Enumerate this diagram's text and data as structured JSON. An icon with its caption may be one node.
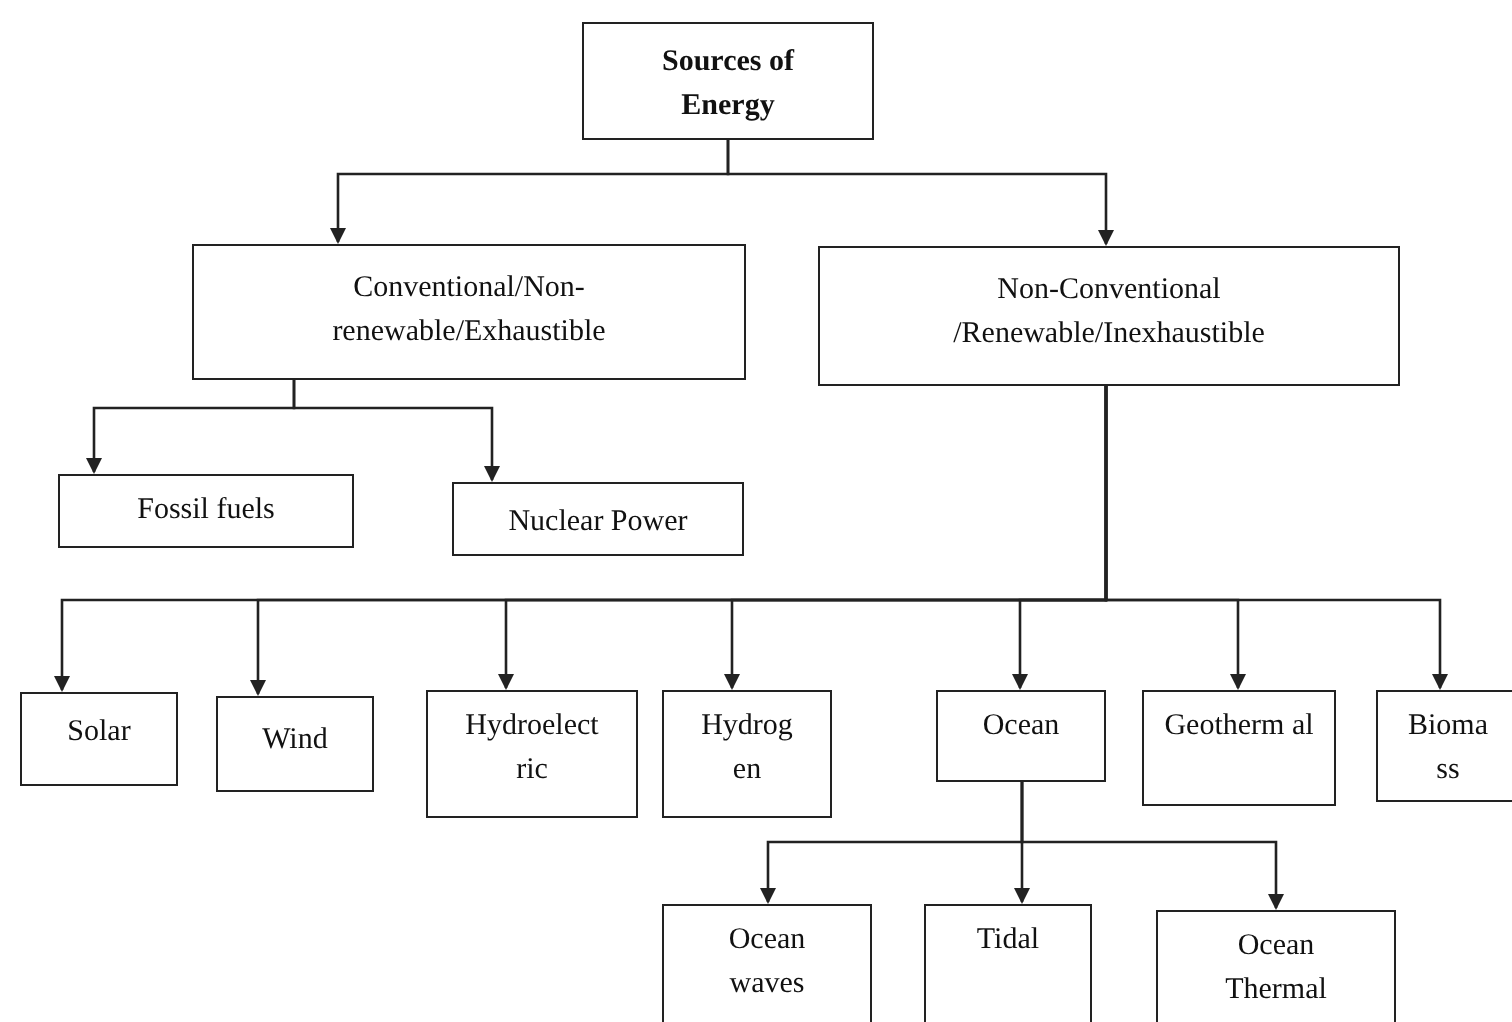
{
  "diagram": {
    "nodes": [
      {
        "text": [
          "Sources of Energy"
        ]
      },
      {
        "text": [
          "Conventional/Non-renewable/Exhaustible"
        ]
      },
      {
        "text": [
          "Non-Conventional /Renewable/Inexhaustible"
        ]
      },
      {
        "text": [
          "Fossil fuels"
        ]
      },
      {
        "text": [
          "Nuclear Power"
        ]
      },
      {
        "text": [
          "Solar"
        ]
      },
      {
        "text": [
          "Wind"
        ]
      },
      {
        "text": [
          "Hydroelect ric"
        ]
      },
      {
        "text": [
          "Hydrog en"
        ]
      },
      {
        "text": [
          "Ocean"
        ]
      },
      {
        "text": [
          "Geotherm al"
        ]
      },
      {
        "text": [
          "Bioma ss"
        ]
      },
      {
        "text": [
          "Ocean waves"
        ]
      },
      {
        "text": [
          "Tidal"
        ]
      },
      {
        "text": [
          "Ocean Thermal"
        ]
      }
    ],
    "edges": [
      {
        "from": 0,
        "to": 1,
        "arrow": "to"
      },
      {
        "from": 0,
        "to": 2,
        "arrow": "to"
      },
      {
        "from": 1,
        "to": 3,
        "arrow": "to"
      },
      {
        "from": 1,
        "to": 4,
        "arrow": "to"
      },
      {
        "from": 2,
        "to": 5,
        "arrow": "to"
      },
      {
        "from": 2,
        "to": 6,
        "arrow": "to"
      },
      {
        "from": 2,
        "to": 7,
        "arrow": "to"
      },
      {
        "from": 2,
        "to": 8,
        "arrow": "to"
      },
      {
        "from": 2,
        "to": 9,
        "arrow": "to"
      },
      {
        "from": 2,
        "to": 10,
        "arrow": "to"
      },
      {
        "from": 2,
        "to": 11,
        "arrow": "to"
      },
      {
        "from": 9,
        "to": 12,
        "arrow": "to"
      },
      {
        "from": 9,
        "to": 13,
        "arrow": "to"
      },
      {
        "from": 9,
        "to": 14,
        "arrow": "to"
      }
    ]
  }
}
